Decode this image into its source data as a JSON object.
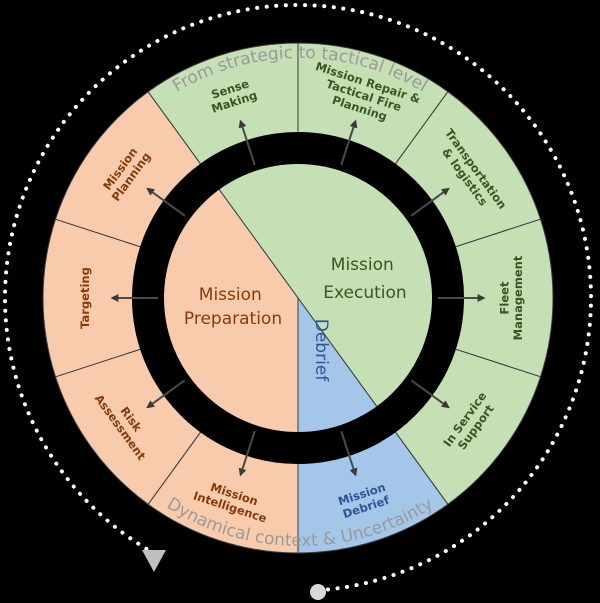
{
  "title_top": "From strategic to tactical level",
  "title_bottom": "Dynamical context & Uncertainty",
  "colors": {
    "preparation": "#f8cbad",
    "execution": "#c5e0b4",
    "debrief": "#a4c6e8",
    "preparation_text": "#843c0c",
    "execution_text": "#385723",
    "debrief_text": "#2f5597"
  },
  "phases": {
    "preparation": [
      "Mission",
      "Preparation"
    ],
    "execution": [
      "Mission",
      "Execution"
    ],
    "debrief": [
      "Debrief"
    ]
  },
  "segments": [
    {
      "lines": [
        "Mission Repair &",
        "Tactical Fire",
        "Planning"
      ],
      "phase": "execution"
    },
    {
      "lines": [
        "Transportation",
        "& logistics"
      ],
      "phase": "execution"
    },
    {
      "lines": [
        "Fleet",
        "Management"
      ],
      "phase": "execution"
    },
    {
      "lines": [
        "In Service",
        "Support"
      ],
      "phase": "execution"
    },
    {
      "lines": [
        "Mission",
        "Debrief"
      ],
      "phase": "debrief"
    },
    {
      "lines": [
        "Mission",
        "Intelligence"
      ],
      "phase": "preparation"
    },
    {
      "lines": [
        "Risk",
        "Assessment"
      ],
      "phase": "preparation"
    },
    {
      "lines": [
        "Targeting"
      ],
      "phase": "preparation"
    },
    {
      "lines": [
        "Mission",
        "Planning"
      ],
      "phase": "preparation"
    },
    {
      "lines": [
        "Sense",
        "Making"
      ],
      "phase": "execution"
    }
  ]
}
